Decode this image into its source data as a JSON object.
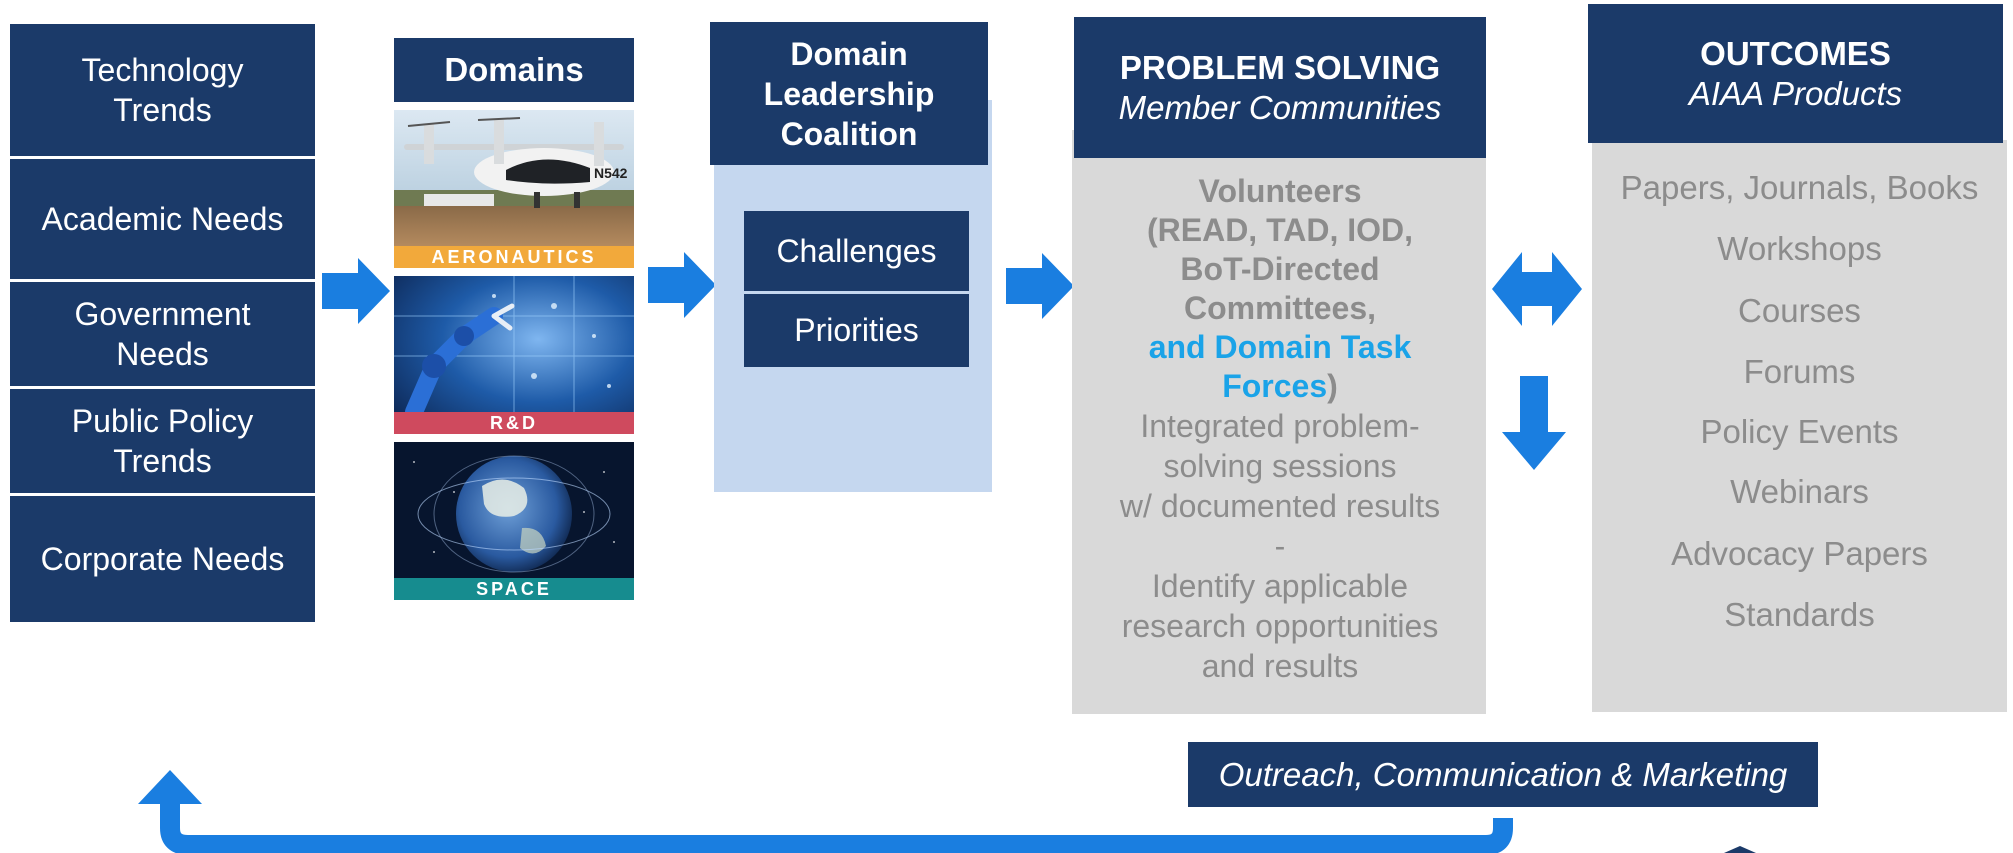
{
  "inputs": [
    "Technology Trends",
    "Academic Needs",
    "Government Needs",
    "Public Policy Trends",
    "Corporate Needs"
  ],
  "domains": {
    "title": "Domains",
    "items": [
      {
        "label": "AERONAUTICS",
        "color": "#f2a93b"
      },
      {
        "label": "R&D",
        "color": "#cf4a5e"
      },
      {
        "label": "SPACE",
        "color": "#168c8f"
      }
    ],
    "aircraft_registration": "N542"
  },
  "coalition": {
    "title": "Domain Leadership Coalition",
    "items": [
      "Challenges",
      "Priorities"
    ]
  },
  "problem_solving": {
    "title": "PROBLEM SOLVING",
    "subtitle": "Member Communities",
    "volunteers_line1": "Volunteers",
    "volunteers_line2": "(READ, TAD, IOD,",
    "volunteers_line3": "BoT-Directed",
    "volunteers_line4": "Committees,",
    "task_forces_line1": "and Domain Task",
    "task_forces_line2": "Forces",
    "close_paren": ")",
    "desc1_line1": "Integrated problem-",
    "desc1_line2": "solving sessions",
    "desc1_line3": "w/ documented results",
    "separator": "-",
    "desc2_line1": "Identify applicable",
    "desc2_line2": "research opportunities",
    "desc2_line3": "and results"
  },
  "outcomes": {
    "title": "OUTCOMES",
    "subtitle": "AIAA Products",
    "items": [
      "Papers, Journals, Books",
      "Workshops",
      "Courses",
      "Forums",
      "Policy Events",
      "Webinars",
      "Advocacy Papers",
      "Standards"
    ]
  },
  "outreach": "Outreach, Communication & Marketing",
  "colors": {
    "navy": "#1b3a69",
    "arrow_blue": "#1a7ee0",
    "light_blue": "#c5d7ef",
    "gray_panel": "#d9d9d9",
    "gray_text": "#8c8c8c",
    "cyan_text": "#1aa3e8"
  }
}
